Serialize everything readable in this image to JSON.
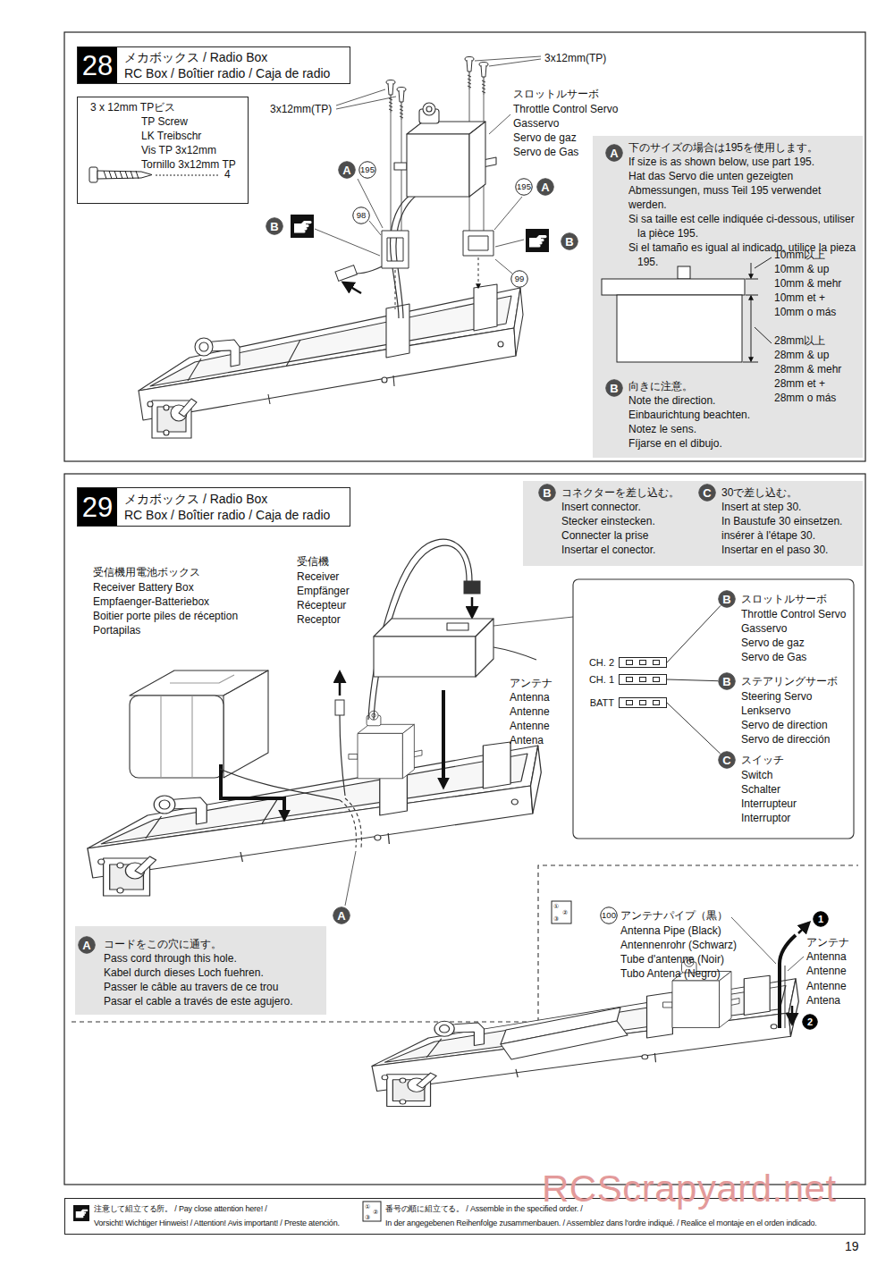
{
  "diagram": {
    "nodes": [
      {
        "text": [
          "28",
          "メカボックス / Radio Box",
          "RC Box / Boîtier radio / Caja de radio"
        ]
      },
      {
        "text": [
          "3 x 12mm TPビス",
          "TP Screw",
          "LK Treibschr",
          "Vis TP 3x12mm",
          "Tornillo 3x12mm TP",
          "4"
        ]
      },
      {
        "text": [
          "A"
        ]
      },
      {
        "text": [
          "195"
        ]
      },
      {
        "text": [
          "195"
        ]
      },
      {
        "text": [
          "A"
        ]
      },
      {
        "text": [
          "98"
        ]
      },
      {
        "text": [
          "B"
        ]
      },
      {
        "text": [
          "B"
        ]
      },
      {
        "text": [
          "99"
        ]
      },
      {
        "text": [
          "下のサイズの場合は195を使用します。",
          "If size is as shown below, use part 195.",
          "Hat das Servo die unten gezeigten Abmessungen, muss Teil 195 verwendet werden.",
          "Si sa taille est celle indiquée ci-dessous, utiliser la pièce 195.",
          "Si el tamaño es igual al indicado, utilice la pieza 195.",
          "向きに注意。",
          "Note the direction.",
          "Einbaurichtung beachten.",
          "Notez le sens.",
          "Fíjarse en el dibujo."
        ]
      },
      {
        "text": [
          "A"
        ],
        "in": 10
      },
      {
        "text": [
          "B"
        ],
        "in": 10
      },
      {
        "text": [
          "29",
          "メカボックス / Radio Box",
          "RC Box / Boîtier radio / Caja de radio"
        ]
      },
      {
        "text": [
          "コネクターを差し込む。",
          "Insert connector.",
          "Stecker einstecken.",
          "Connecter la prise",
          "Insertar el conector.",
          "30で差し込む。",
          "Insert at step 30.",
          "In Baustufe 30 einsetzen.",
          "insérer à l'étape 30.",
          "Insertar en el paso 30."
        ]
      },
      {
        "text": [
          "B"
        ],
        "in": 14
      },
      {
        "text": [
          "C"
        ],
        "in": 14
      },
      {
        "text": [
          "CH. 2"
        ]
      },
      {
        "text": [
          "CH. 1"
        ]
      },
      {
        "text": [
          "BATT"
        ]
      },
      {
        "text": [
          "B"
        ]
      },
      {
        "text": [
          "B"
        ]
      },
      {
        "text": [
          "C"
        ]
      },
      {
        "text": [
          "A"
        ]
      },
      {
        "text": [
          "コードをこの穴に通す。",
          "Pass cord through this hole.",
          "Kabel durch dieses Loch fuehren.",
          "Passer le câble au travers de ce trou",
          "Pasar el cable a través de este agujero."
        ]
      },
      {
        "text": [
          "A"
        ],
        "in": 24
      },
      {
        "text": [
          "100"
        ]
      },
      {
        "text": [
          "1"
        ]
      },
      {
        "text": [
          "2"
        ]
      },
      {
        "text": [
          "注意して組立てる所。 / Pay close attention here! /",
          "Vorsicht! Wichtiger Hinweis! / Attention! Avis important! / Preste atención.",
          "番号の順に組立てる。 / Assemble in the specified order. /",
          "In der angegebenen Reihenfolge zusammenbauen. / Assemblez dans l'ordre indiqué. / Realice el montaje en el orden indicado."
        ]
      }
    ],
    "edges": [
      {
        "from": 17,
        "to": 20,
        "arrow": "none"
      },
      {
        "from": 18,
        "to": 21,
        "arrow": "none"
      },
      {
        "from": 19,
        "to": 22,
        "arrow": "none"
      }
    ],
    "labels": [
      "3x12mm(TP)",
      "3x12mm(TP)",
      "スロットルサーボ",
      "Throttle Control Servo",
      "Gasservo",
      "Servo de gaz",
      "Servo de Gas",
      "10mm以上",
      "10mm & up",
      "10mm & mehr",
      "10mm et +",
      "10mm o más",
      "28mm以上",
      "28mm & up",
      "28mm & mehr",
      "28mm et +",
      "28mm o más",
      "受信機用電池ボックス",
      "Receiver Battery Box",
      "Empfaenger-Batteriebox",
      "Boitier porte piles de réception",
      "Portapilas",
      "受信機",
      "Receiver",
      "Empfänger",
      "Récepteur",
      "Receptor",
      "アンテナ",
      "Antenna",
      "Antenne",
      "Antenne",
      "Antena",
      "スロットルサーボ",
      "Throttle Control Servo",
      "Gasservo",
      "Servo de gaz",
      "Servo de Gas",
      "ステアリングサーボ",
      "Steering Servo",
      "Lenkservo",
      "Servo de direction",
      "Servo de dirección",
      "スイッチ",
      "Switch",
      "Schalter",
      "Interrupteur",
      "Interruptor",
      "アンテナパイプ（黒）",
      "Antenna Pipe (Black)",
      "Antennenrohr (Schwarz)",
      "Tube d'antenne (Noir)",
      "Tubo Antena (Negro)",
      "アンテナ",
      "Antenna",
      "Antenne",
      "Antenne",
      "Antena",
      "RCScrapyard.net",
      "19",
      "①",
      "②",
      "③",
      "①",
      "②",
      "③"
    ]
  }
}
